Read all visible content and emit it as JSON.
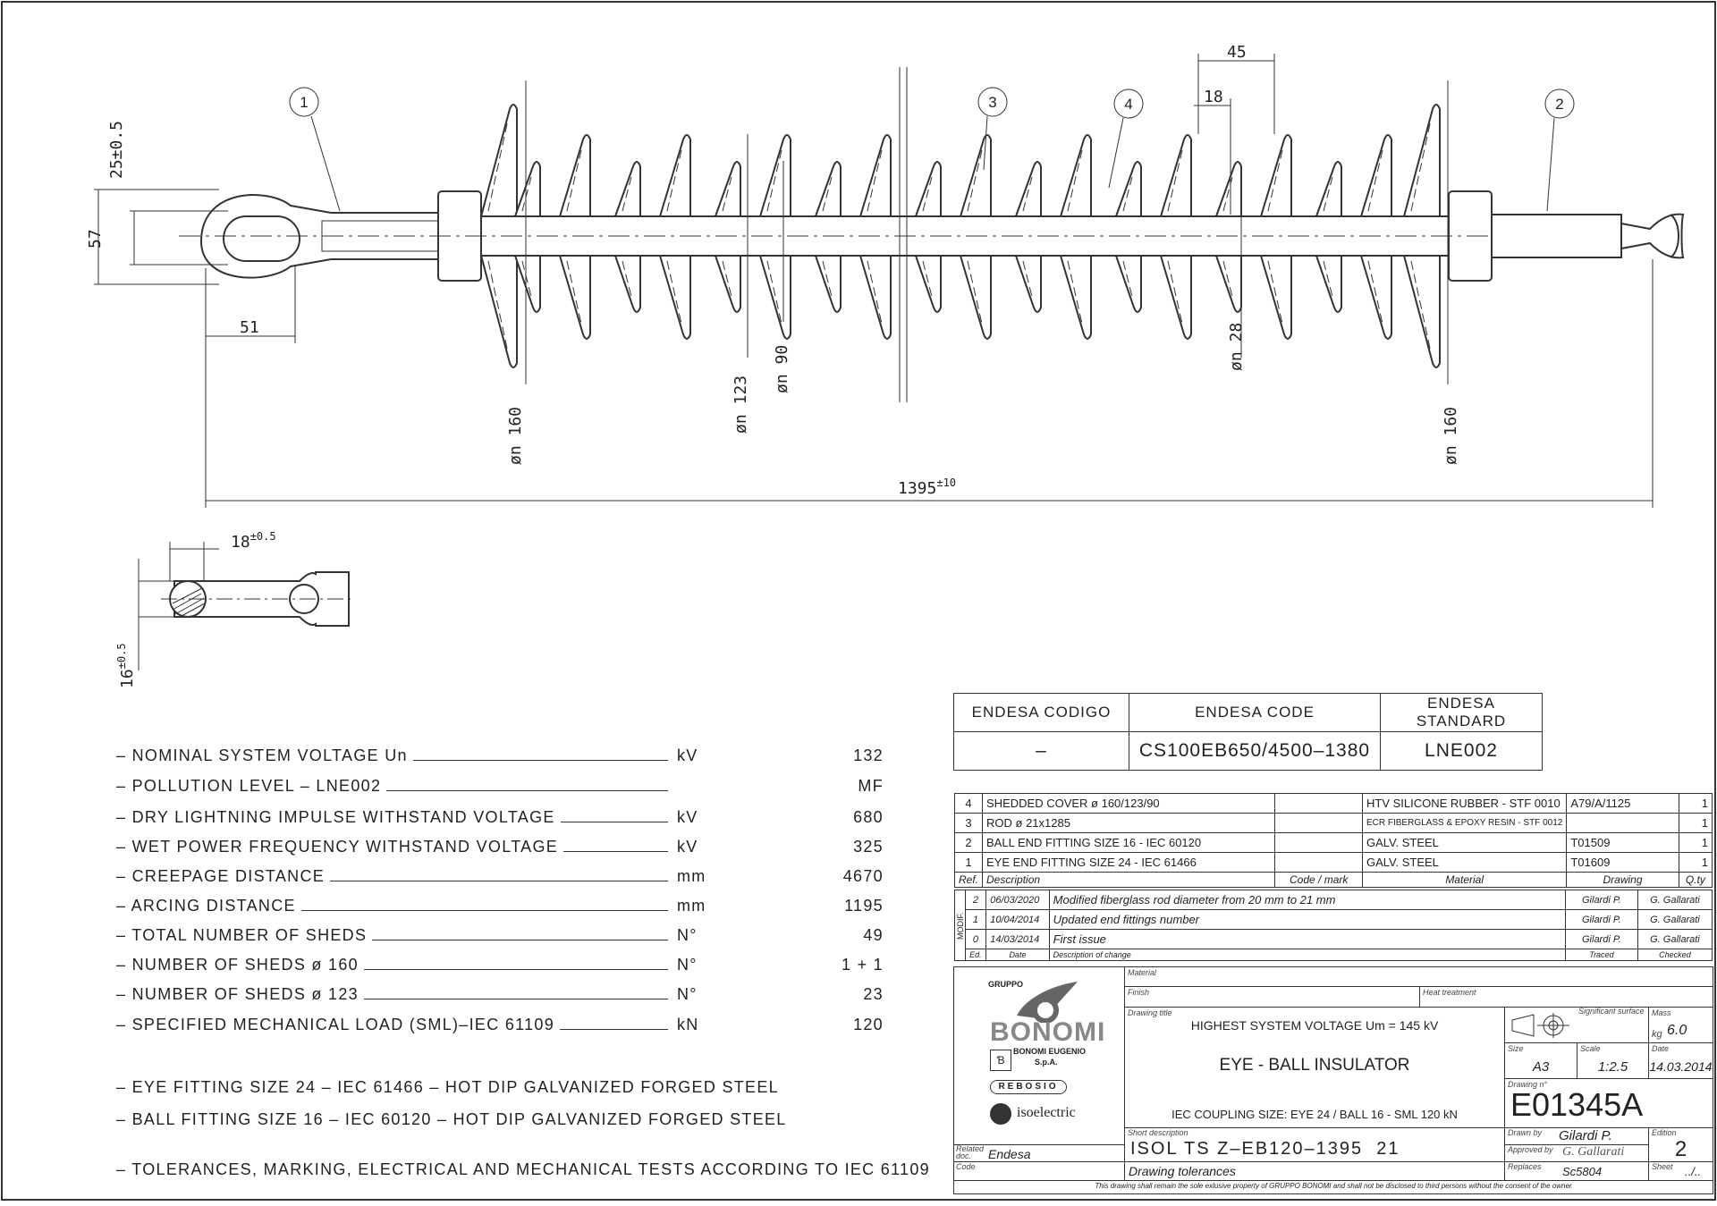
{
  "drawing": {
    "balloons": [
      "1",
      "3",
      "4",
      "2"
    ],
    "dims": {
      "eye_height_tol": "25±0.5",
      "eye_outer": "57",
      "eye_slot": "51",
      "shed_pitch": "45",
      "shed_thick": "18",
      "d160_left": "øn 160",
      "d123": "øn 123",
      "d90": "øn 90",
      "d28": "øn 28",
      "d160_right": "øn 160",
      "length": "1395",
      "length_tol": "±10",
      "ball_len": "18",
      "ball_len_tol": "±0.5",
      "ball_dia": "16",
      "ball_dia_tol": "±0.5"
    }
  },
  "specs": [
    {
      "label": "– NOMINAL SYSTEM VOLTAGE Un",
      "unit": "kV",
      "value": "132"
    },
    {
      "label": "– POLLUTION LEVEL – LNE002",
      "unit": "",
      "value": "MF"
    },
    {
      "label": "– DRY LIGHTNING IMPULSE WITHSTAND VOLTAGE",
      "unit": "kV",
      "value": "680"
    },
    {
      "label": "– WET POWER FREQUENCY WITHSTAND VOLTAGE",
      "unit": "kV",
      "value": "325"
    },
    {
      "label": "– CREEPAGE DISTANCE",
      "unit": "mm",
      "value": "4670"
    },
    {
      "label": "– ARCING DISTANCE",
      "unit": "mm",
      "value": "1195"
    },
    {
      "label": "– TOTAL NUMBER OF SHEDS",
      "unit": "N°",
      "value": "49"
    },
    {
      "label": "– NUMBER OF SHEDS ø 160",
      "unit": "N°",
      "value": "1 + 1"
    },
    {
      "label": "– NUMBER OF SHEDS ø 123",
      "unit": "N°",
      "value": "23"
    },
    {
      "label": "– SPECIFIED MECHANICAL LOAD (SML)–IEC 61109",
      "unit": "kN",
      "value": "120"
    }
  ],
  "notes": [
    "– EYE FITTING SIZE 24 – IEC 61466 – HOT DIP GALVANIZED FORGED STEEL",
    "– BALL FITTING SIZE 16 – IEC 60120 – HOT DIP GALVANIZED FORGED STEEL",
    "– TOLERANCES, MARKING, ELECTRICAL AND MECHANICAL TESTS ACCORDING TO IEC 61109"
  ],
  "endesa": {
    "headers": [
      "ENDESA CODIGO",
      "ENDESA CODE",
      "ENDESA STANDARD"
    ],
    "values": [
      "–",
      "CS100EB650/4500–1380",
      "LNE002"
    ]
  },
  "bom": {
    "rows": [
      {
        "ref": "4",
        "desc": "SHEDDED COVER ø 160/123/90",
        "code": "",
        "material": "HTV SILICONE RUBBER - STF 0010",
        "drawing": "A79/A/1125",
        "qty": "1"
      },
      {
        "ref": "3",
        "desc": "ROD ø 21x1285",
        "code": "",
        "material": "ECR FIBERGLASS & EPOXY RESIN - STF 0012",
        "drawing": "",
        "qty": "1"
      },
      {
        "ref": "2",
        "desc": "BALL END FITTING SIZE 16 - IEC 60120",
        "code": "",
        "material": "GALV. STEEL",
        "drawing": "T01509",
        "qty": "1"
      },
      {
        "ref": "1",
        "desc": "EYE END FITTING SIZE 24 - IEC 61466",
        "code": "",
        "material": "GALV. STEEL",
        "drawing": "T01609",
        "qty": "1"
      }
    ],
    "headers": {
      "ref": "Ref.",
      "desc": "Description",
      "code": "Code / mark",
      "material": "Material",
      "drawing": "Drawing",
      "qty": "Q.ty"
    }
  },
  "revisions": {
    "side_label": "MODIF.",
    "rows": [
      {
        "ed": "2",
        "date": "06/03/2020",
        "desc": "Modified fiberglass rod diameter from 20 mm to 21 mm",
        "traced": "Gilardi P.",
        "checked": "G. Gallarati"
      },
      {
        "ed": "1",
        "date": "10/04/2014",
        "desc": "Updated end fittings number",
        "traced": "Gilardi P.",
        "checked": "G. Gallarati"
      },
      {
        "ed": "0",
        "date": "14/03/2014",
        "desc": "First issue",
        "traced": "Gilardi P.",
        "checked": "G. Gallarati"
      }
    ],
    "headers": {
      "ed": "Ed.",
      "date": "Date",
      "desc": "Description of change",
      "traced": "Traced",
      "checked": "Checked"
    }
  },
  "titleblock": {
    "gruppo": "GRUPPO",
    "bonomi": "BONOMI",
    "bonomi_eugenio": "BONOMI EUGENIO",
    "spa": "S.p.A.",
    "rebosio": "REBOSIO",
    "isoelectric": "isoelectric",
    "material_lbl": "Material",
    "finish_lbl": "Finish",
    "heat_lbl": "Heat treatment",
    "title_lbl": "Drawing title",
    "title1": "HIGHEST SYSTEM VOLTAGE Um = 145 kV",
    "title2": "EYE - BALL INSULATOR",
    "title3": "IEC COUPLING SIZE: EYE 24 / BALL 16 - SML 120 kN",
    "surface_lbl": "Significant surface",
    "mass_lbl": "Mass",
    "mass_unit": "kg",
    "mass": "6.0",
    "size_lbl": "Size",
    "size": "A3",
    "scale_lbl": "Scale",
    "scale": "1:2.5",
    "date_lbl": "Date",
    "date": "14.03.2014",
    "drawno_lbl": "Drawing n°",
    "drawno": "E01345A",
    "short_lbl": "Short description",
    "short": "ISOL TS Z–EB120–1395  21",
    "drawn_lbl": "Drawn by",
    "drawn": "Gilardi P.",
    "approved_lbl": "Approved by",
    "approved": "G. Gallarati",
    "edition_lbl": "Edition",
    "edition": "2",
    "related_lbl": "Related doc.",
    "related": "Endesa",
    "code_lbl": "Code",
    "tolerances": "Drawing tolerances",
    "replaces_lbl": "Replaces",
    "replaces": "Sc5804",
    "sheet_lbl": "Sheet",
    "sheet": "../..",
    "footer": "This drawing shall remain the sole exlusive property of GRUPPO BONOMI and shall not be disclosed to third persons without the consent of the owner"
  }
}
